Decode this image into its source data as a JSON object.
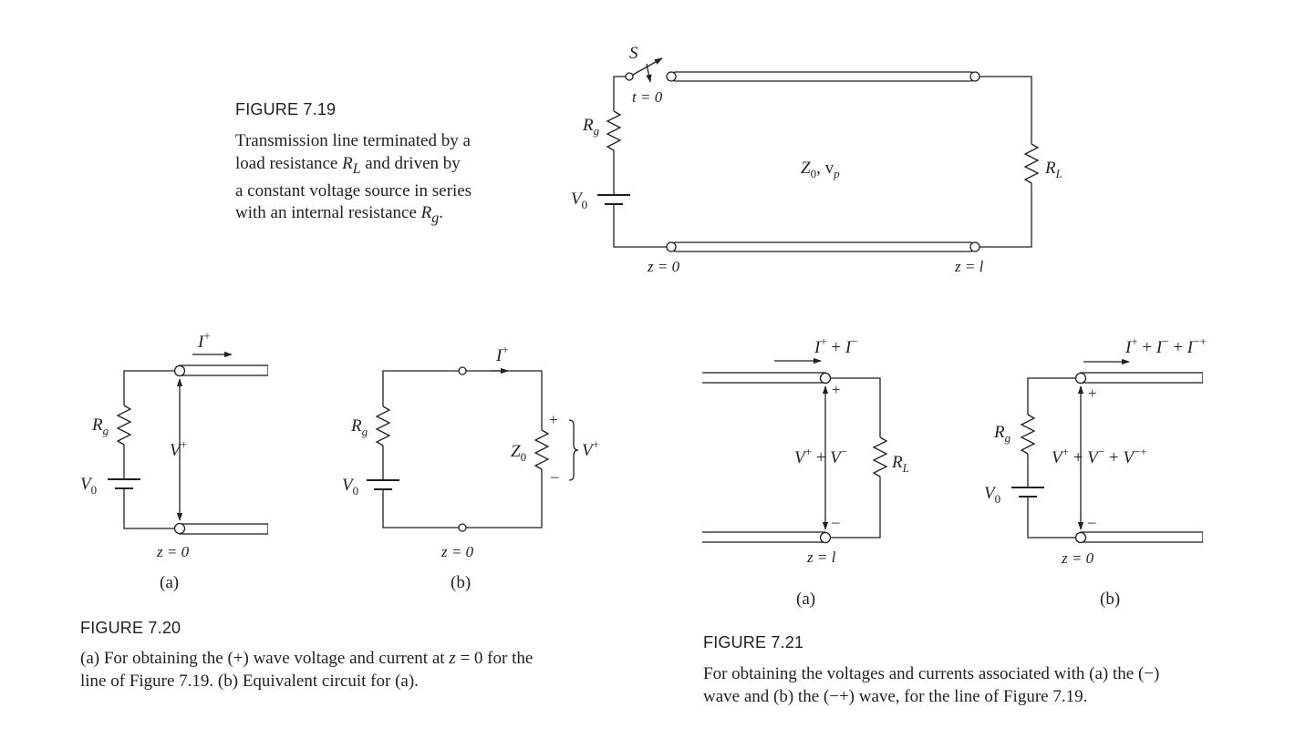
{
  "fig719": {
    "title": "FIGURE 7.19",
    "caption_html": "Transmission line terminated by a<br>load resistance <i>R<sub>L</sub></i> and driven by<br>a constant voltage source in series<br>with an internal resistance <i>R<sub>g</sub></i>.",
    "labels": {
      "switch": "S",
      "t0": "t = 0",
      "rg": "R",
      "rg_sub": "g",
      "v0": "V",
      "v0_sub": "0",
      "line": "Z",
      "line_sub": "0",
      "line_rest": ", v",
      "line_rest_sub": "p",
      "rl": "R",
      "rl_sub": "L",
      "z_start": "z = 0",
      "z_end": "z = l"
    }
  },
  "fig720": {
    "title": "FIGURE 7.20",
    "caption_html": "(a) For obtaining the (+) wave voltage and current at <i>z</i> = 0 for the<br>line of Figure 7.19. (b) Equivalent circuit for (a).",
    "panel_a": {
      "current": "I",
      "current_sup": "+",
      "rg": "R",
      "rg_sub": "g",
      "v0": "V",
      "v0_sub": "0",
      "voltage": "V",
      "voltage_sup": "+",
      "z": "z = 0",
      "tag": "(a)"
    },
    "panel_b": {
      "current": "I",
      "current_sup": "+",
      "rg": "R",
      "rg_sub": "g",
      "v0": "V",
      "v0_sub": "0",
      "load": "Z",
      "load_sub": "0",
      "plus": "+",
      "minus": "–",
      "voltage": "V",
      "voltage_sup": "+",
      "z": "z = 0",
      "tag": "(b)"
    }
  },
  "fig721": {
    "title": "FIGURE 7.21",
    "caption_html": "For obtaining the voltages and currents associated with (a) the (−)<br>wave and (b) the (−+) wave, for the line of Figure 7.19.",
    "panel_a": {
      "current_html": "<tspan class='it'>I</tspan><tspan dy='-8' font-size='13'>+</tspan><tspan dy='8'> + </tspan><tspan class='it'>I</tspan><tspan dy='-8' font-size='13'>−</tspan>",
      "voltage_html": "<tspan class='it'>V</tspan><tspan dy='-8' font-size='13'>+</tspan><tspan dy='8'> + </tspan><tspan class='it'>V</tspan><tspan dy='-8' font-size='13'>−</tspan>",
      "plus": "+",
      "minus": "–",
      "rl": "R",
      "rl_sub": "L",
      "z": "z = l",
      "tag": "(a)"
    },
    "panel_b": {
      "current_html": "<tspan class='it'>I</tspan><tspan dy='-8' font-size='13'>+</tspan><tspan dy='8'> + </tspan><tspan class='it'>I</tspan><tspan dy='-8' font-size='13'>−</tspan><tspan dy='8'> + </tspan><tspan class='it'>I</tspan><tspan dy='-8' font-size='13'>−+</tspan>",
      "voltage_html": "<tspan class='it'>V</tspan><tspan dy='-8' font-size='13'>+</tspan><tspan dy='8'> + </tspan><tspan class='it'>V</tspan><tspan dy='-8' font-size='13'>−</tspan><tspan dy='8'> + </tspan><tspan class='it'>V</tspan><tspan dy='-8' font-size='13'>−+</tspan>",
      "plus": "+",
      "minus": "–",
      "rg": "R",
      "rg_sub": "g",
      "v0": "V",
      "v0_sub": "0",
      "z": "z = 0",
      "tag": "(b)"
    }
  }
}
